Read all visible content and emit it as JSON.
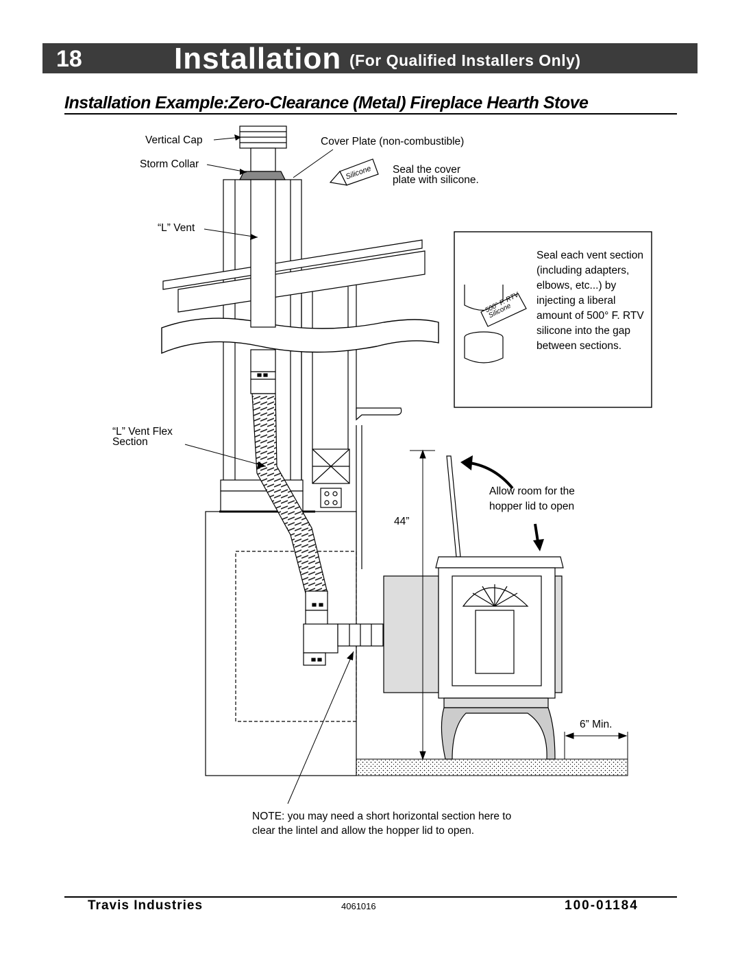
{
  "header": {
    "page_number": "18",
    "title": "Installation",
    "subtitle": "(For Qualified Installers Only)"
  },
  "section_title": "Installation Example:Zero-Clearance (Metal) Fireplace Hearth Stove",
  "diagram": {
    "labels": {
      "vertical_cap": "Vertical Cap",
      "storm_collar": "Storm Collar",
      "cover_plate": "Cover Plate (non-combustible)",
      "seal_cover_1": "Seal the cover",
      "seal_cover_2": "plate with silicone.",
      "silicone_tube": "Silicone",
      "l_vent": "“L” Vent",
      "l_vent_flex_1": "“L” Vent Flex",
      "l_vent_flex_2": "Section",
      "allow_room_1": "Allow room for the",
      "allow_room_2": "hopper lid to open",
      "height_44": "44”",
      "six_min": "6” Min.",
      "note_1": "NOTE: you may need a short horizontal section here to",
      "note_2": "clear the lintel and allow the hopper lid to open."
    },
    "inset": {
      "text": "Seal each vent section (including adapters, elbows, etc...) by injecting a liberal amount of 500° F. RTV silicone into the gap between sections.",
      "tube_line1": "500° F. RTV",
      "tube_line2": "Silicone"
    }
  },
  "footer": {
    "company": "Travis  Industries",
    "doc_code": "4061016",
    "part_number": "100-01184"
  }
}
